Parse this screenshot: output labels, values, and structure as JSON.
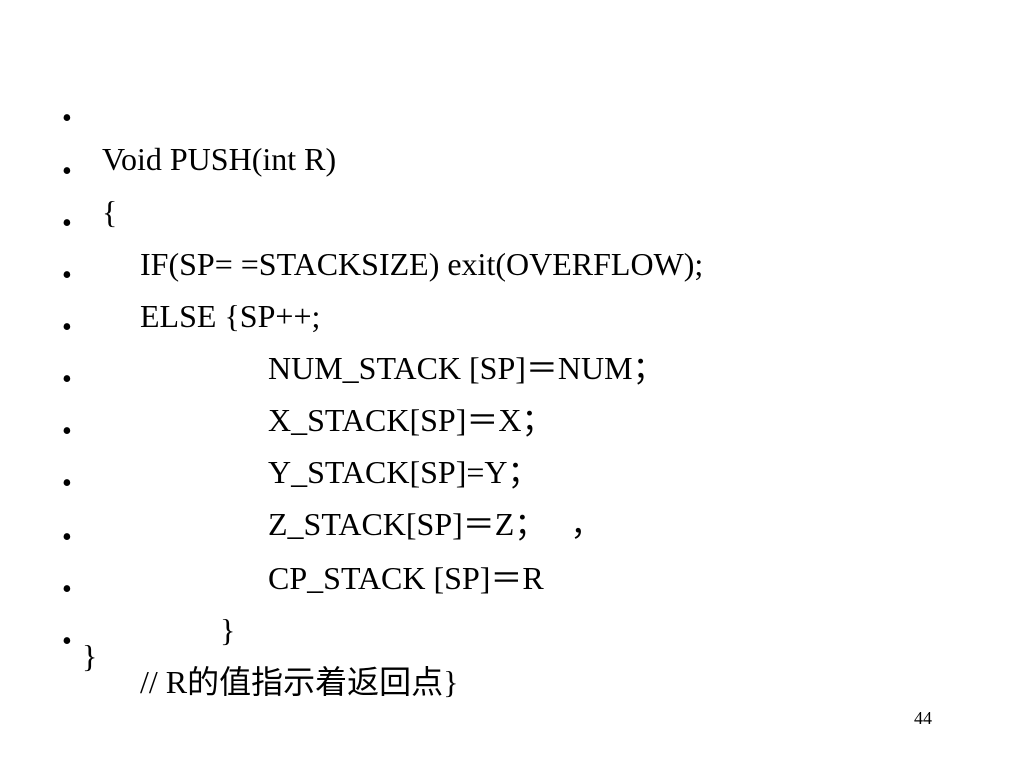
{
  "slide": {
    "bullet_symbol": "•",
    "lines": [
      "Void PUSH(int R)",
      "{",
      "IF(SP= =STACKSIZE) exit(OVERFLOW);",
      "ELSE {SP++;",
      "NUM_STACK [SP]＝NUM；",
      "X_STACK[SP]＝X；",
      "Y_STACK[SP]=Y；",
      "Z_STACK[SP]＝Z；　 ，",
      "CP_STACK [SP]＝R",
      "}",
      "// R的值指示着返回点}"
    ],
    "closing_brace": "}",
    "page_number": "44"
  }
}
